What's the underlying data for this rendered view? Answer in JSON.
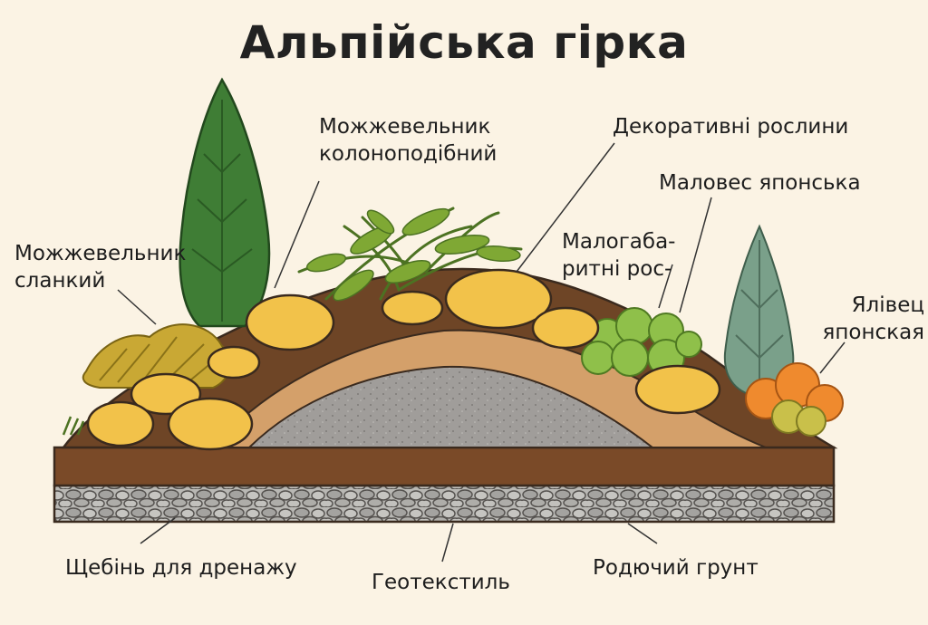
{
  "title": "Альпійська гірка",
  "labels": {
    "juniper_columnar": [
      "Можжевельник",
      "колоноподібний"
    ],
    "decorative_plants": [
      "Декоративні рослини"
    ],
    "juniper_creeping": [
      "Можжевельник",
      "сланкий"
    ],
    "japanese_plant": [
      "Маловес японська"
    ],
    "small_plants": [
      "Малогаба-",
      "ритні рос-"
    ],
    "japanese_fir": [
      "Ялівец",
      "японская"
    ],
    "gravel": [
      "Щебінь для дренажу"
    ],
    "geotextile": [
      "Геотекстиль"
    ],
    "soil": [
      "Родючий грунт"
    ]
  },
  "colors": {
    "background": "#fbf3e4",
    "stone": "#f2c24a",
    "soil_dark": "#6e4526",
    "sand": "#d4a06a",
    "gravel_core": "#9a9794",
    "drainage": "#b7b6b2",
    "conifer_green": "#3f7d35",
    "fern_green": "#7fa834",
    "blue_spruce": "#7aa08a",
    "orange_shrub": "#ef8a2e"
  }
}
